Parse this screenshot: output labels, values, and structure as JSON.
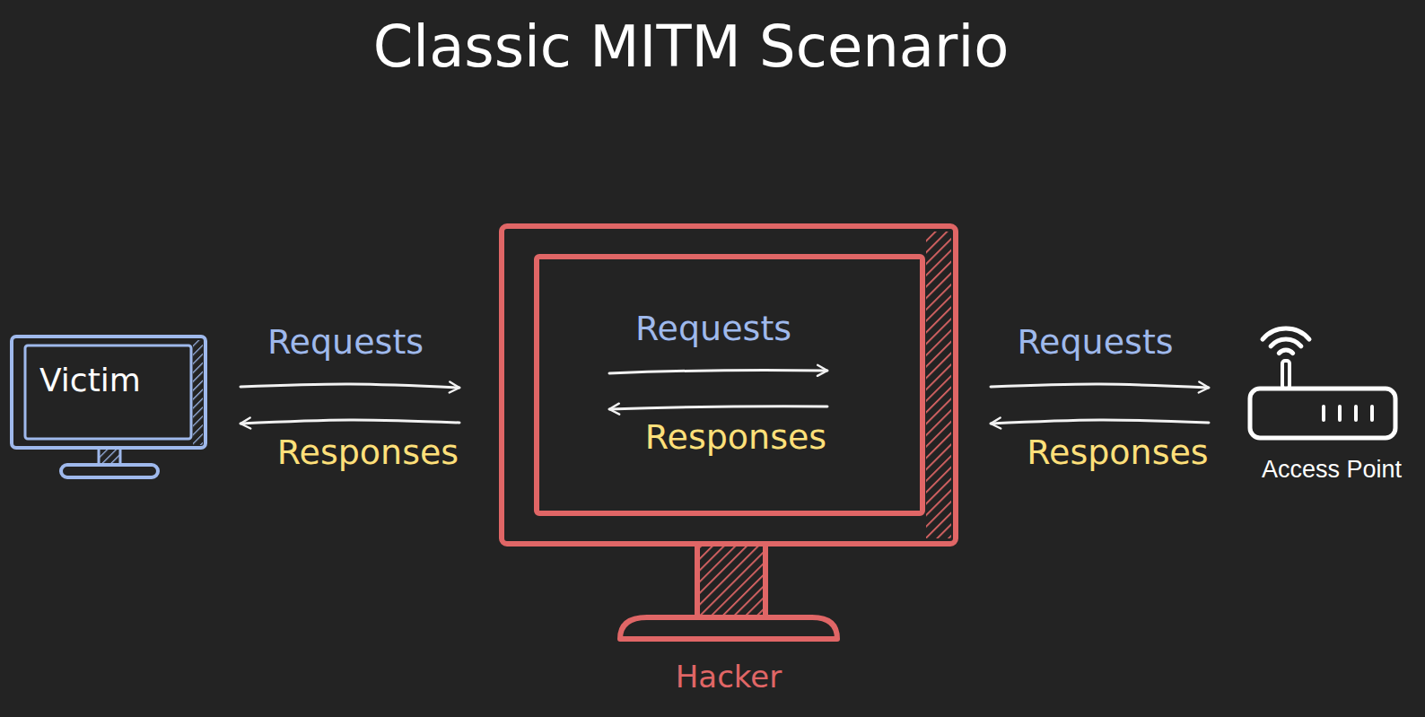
{
  "diagram": {
    "title": "Classic MITM Scenario",
    "nodes": [
      {
        "text": [
          "Victim"
        ]
      },
      {
        "text": [
          "Hacker"
        ]
      },
      {
        "text": [
          "Access Point"
        ]
      }
    ],
    "edges": [
      {
        "from": 0,
        "to": 1,
        "label": "Requests",
        "arrow": "to"
      },
      {
        "from": 1,
        "to": 0,
        "label": "Responses",
        "arrow": "to"
      },
      {
        "from": 1,
        "to": 2,
        "label": "Requests",
        "arrow": "to"
      },
      {
        "from": 2,
        "to": 1,
        "label": "Responses",
        "arrow": "to"
      }
    ],
    "labels": [
      "Requests",
      "Responses"
    ]
  }
}
